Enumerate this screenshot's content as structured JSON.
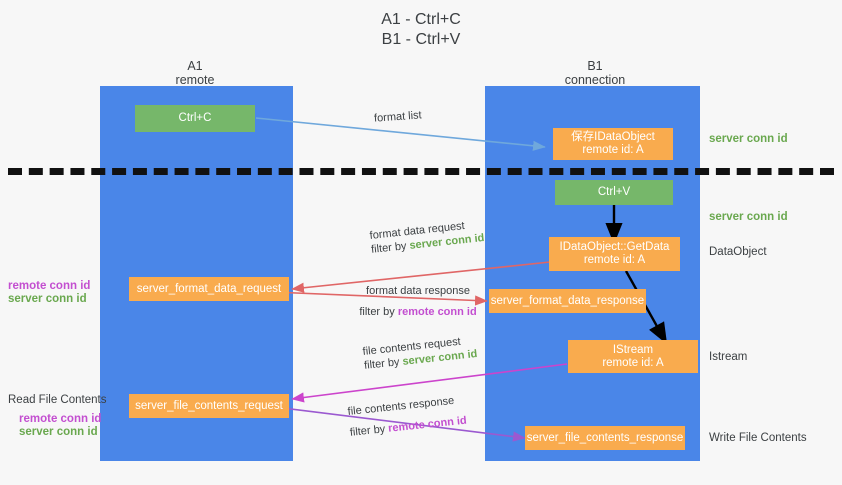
{
  "title": {
    "line1": "A1 - Ctrl+C",
    "line2": "B1 - Ctrl+V"
  },
  "columns": [
    {
      "name": "A1",
      "sub": "remote"
    },
    {
      "name": "B1",
      "sub": "connection"
    }
  ],
  "boxes": {
    "ctrl_c": {
      "line1": "Ctrl+C",
      "line2": ""
    },
    "save_idataobject": {
      "line1": "保存IDataObject",
      "line2": "remote id: A"
    },
    "ctrl_v": {
      "line1": "Ctrl+V",
      "line2": ""
    },
    "getdata": {
      "line1": "IDataObject::GetData",
      "line2": "remote id: A"
    },
    "istream": {
      "line1": "IStream",
      "line2": "remote id: A"
    },
    "fmt_req": {
      "line1": "server_format_data_request",
      "line2": ""
    },
    "fmt_resp": {
      "line1": "server_format_data_response",
      "line2": ""
    },
    "file_req": {
      "line1": "server_file_contents_request",
      "line2": ""
    },
    "file_resp": {
      "line1": "server_file_contents_response",
      "line2": ""
    }
  },
  "edge_labels": {
    "format_list": "format list",
    "fmt_req_top": "format data request",
    "fmt_req_filter_pre": "filter by ",
    "fmt_req_filter_key": "server conn id",
    "fmt_resp_top": "format data response",
    "fmt_resp_filter_pre": "filter by ",
    "fmt_resp_filter_key": "remote conn id",
    "file_req_top": "file contents request",
    "file_req_filter_pre": "filter by ",
    "file_req_filter_key": "server conn id",
    "file_resp_top": "file contents response",
    "file_resp_filter_pre": "filter by ",
    "file_resp_filter_key": "remote conn id"
  },
  "side_labels": {
    "right_server_conn_1": "server conn id",
    "right_server_conn_2": "server conn id",
    "right_dataobject": "DataObject",
    "right_istream": "Istream",
    "right_write_file": "Write File Contents",
    "left_remote_conn_1": "remote conn id",
    "left_server_conn_1": "server conn id",
    "left_read_file": "Read File Contents",
    "left_remote_conn_2": "remote conn id",
    "left_server_conn_2": "server conn id"
  },
  "colors": {
    "lane": "#4a86e8",
    "green_box": "#76b76a",
    "orange_box": "#f9ab4e",
    "server_conn": "#6aa84f",
    "remote_conn": "#c34fd0",
    "arrow_blue": "#6fa8dc",
    "arrow_red": "#e06666",
    "arrow_magenta": "#cc44cc",
    "arrow_purple": "#9b59d0",
    "arrow_black": "#000000",
    "background": "#f7f7f7"
  }
}
